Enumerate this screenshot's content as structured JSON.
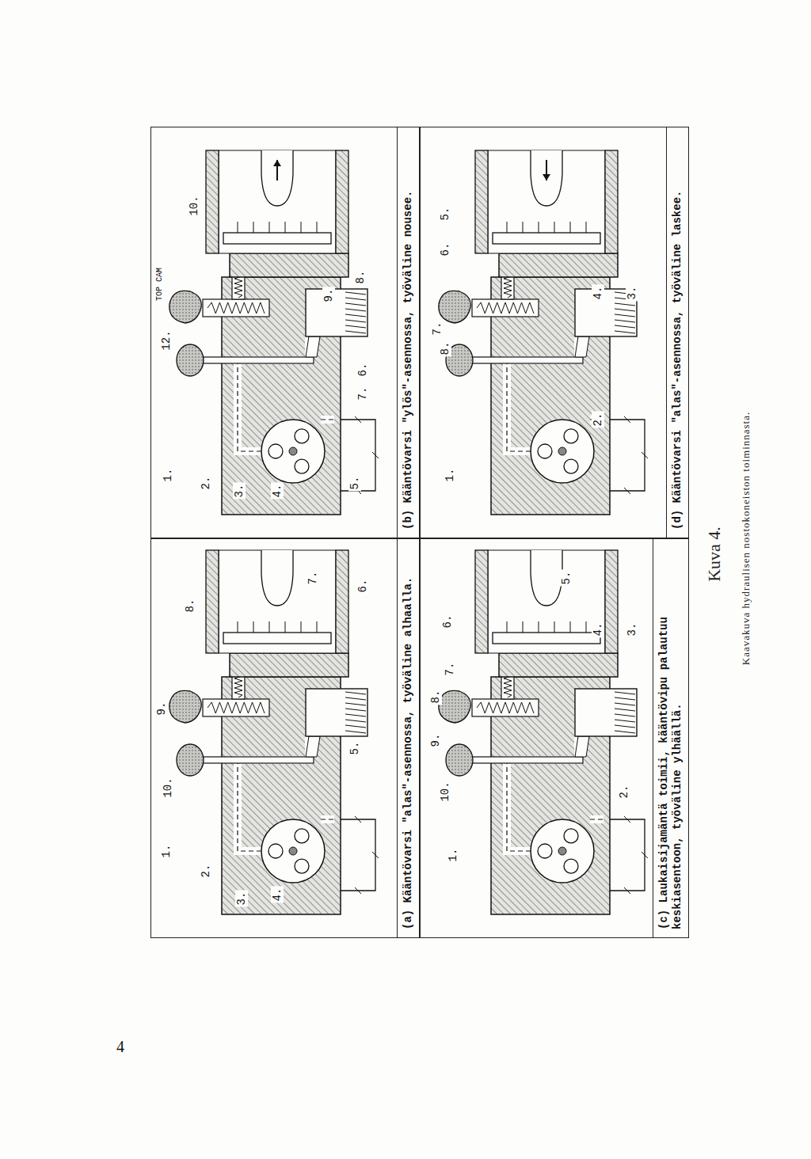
{
  "diagram": {
    "title": "Kuva 4.",
    "caption": "Kaavakuva hydraulisen nostokoneiston toiminnasta.",
    "nodes": [
      {
        "text": [
          "(a) Kääntövarsi \"alas\"-asennossa, työväline alhaalla."
        ]
      },
      {
        "text": [
          "(b) Kääntövarsi \"ylös\"-asennossa, työväline nousee."
        ]
      },
      {
        "text": [
          "(c) Laukaisijamäntä toimii, kääntövipu palautuu keskiasentoon, työväline ylhäällä."
        ]
      },
      {
        "text": [
          "(d) Kääntövarsi \"alas\"-asennossa, työväline laskee."
        ]
      }
    ],
    "labels": [
      "1.",
      "2.",
      "3.",
      "4.",
      "5.",
      "6.",
      "7.",
      "8.",
      "9.",
      "10.",
      "1.",
      "2.",
      "3.",
      "4.",
      "5.",
      "6.",
      "7.",
      "8.",
      "9.",
      "10.",
      "12.",
      "TOP CAM",
      "1.",
      "2.",
      "3.",
      "4.",
      "5.",
      "6.",
      "7.",
      "8.",
      "9.",
      "10.",
      "1.",
      "2.",
      "3.",
      "4.",
      "5.",
      "6.",
      "7.",
      "8.",
      "4"
    ]
  }
}
